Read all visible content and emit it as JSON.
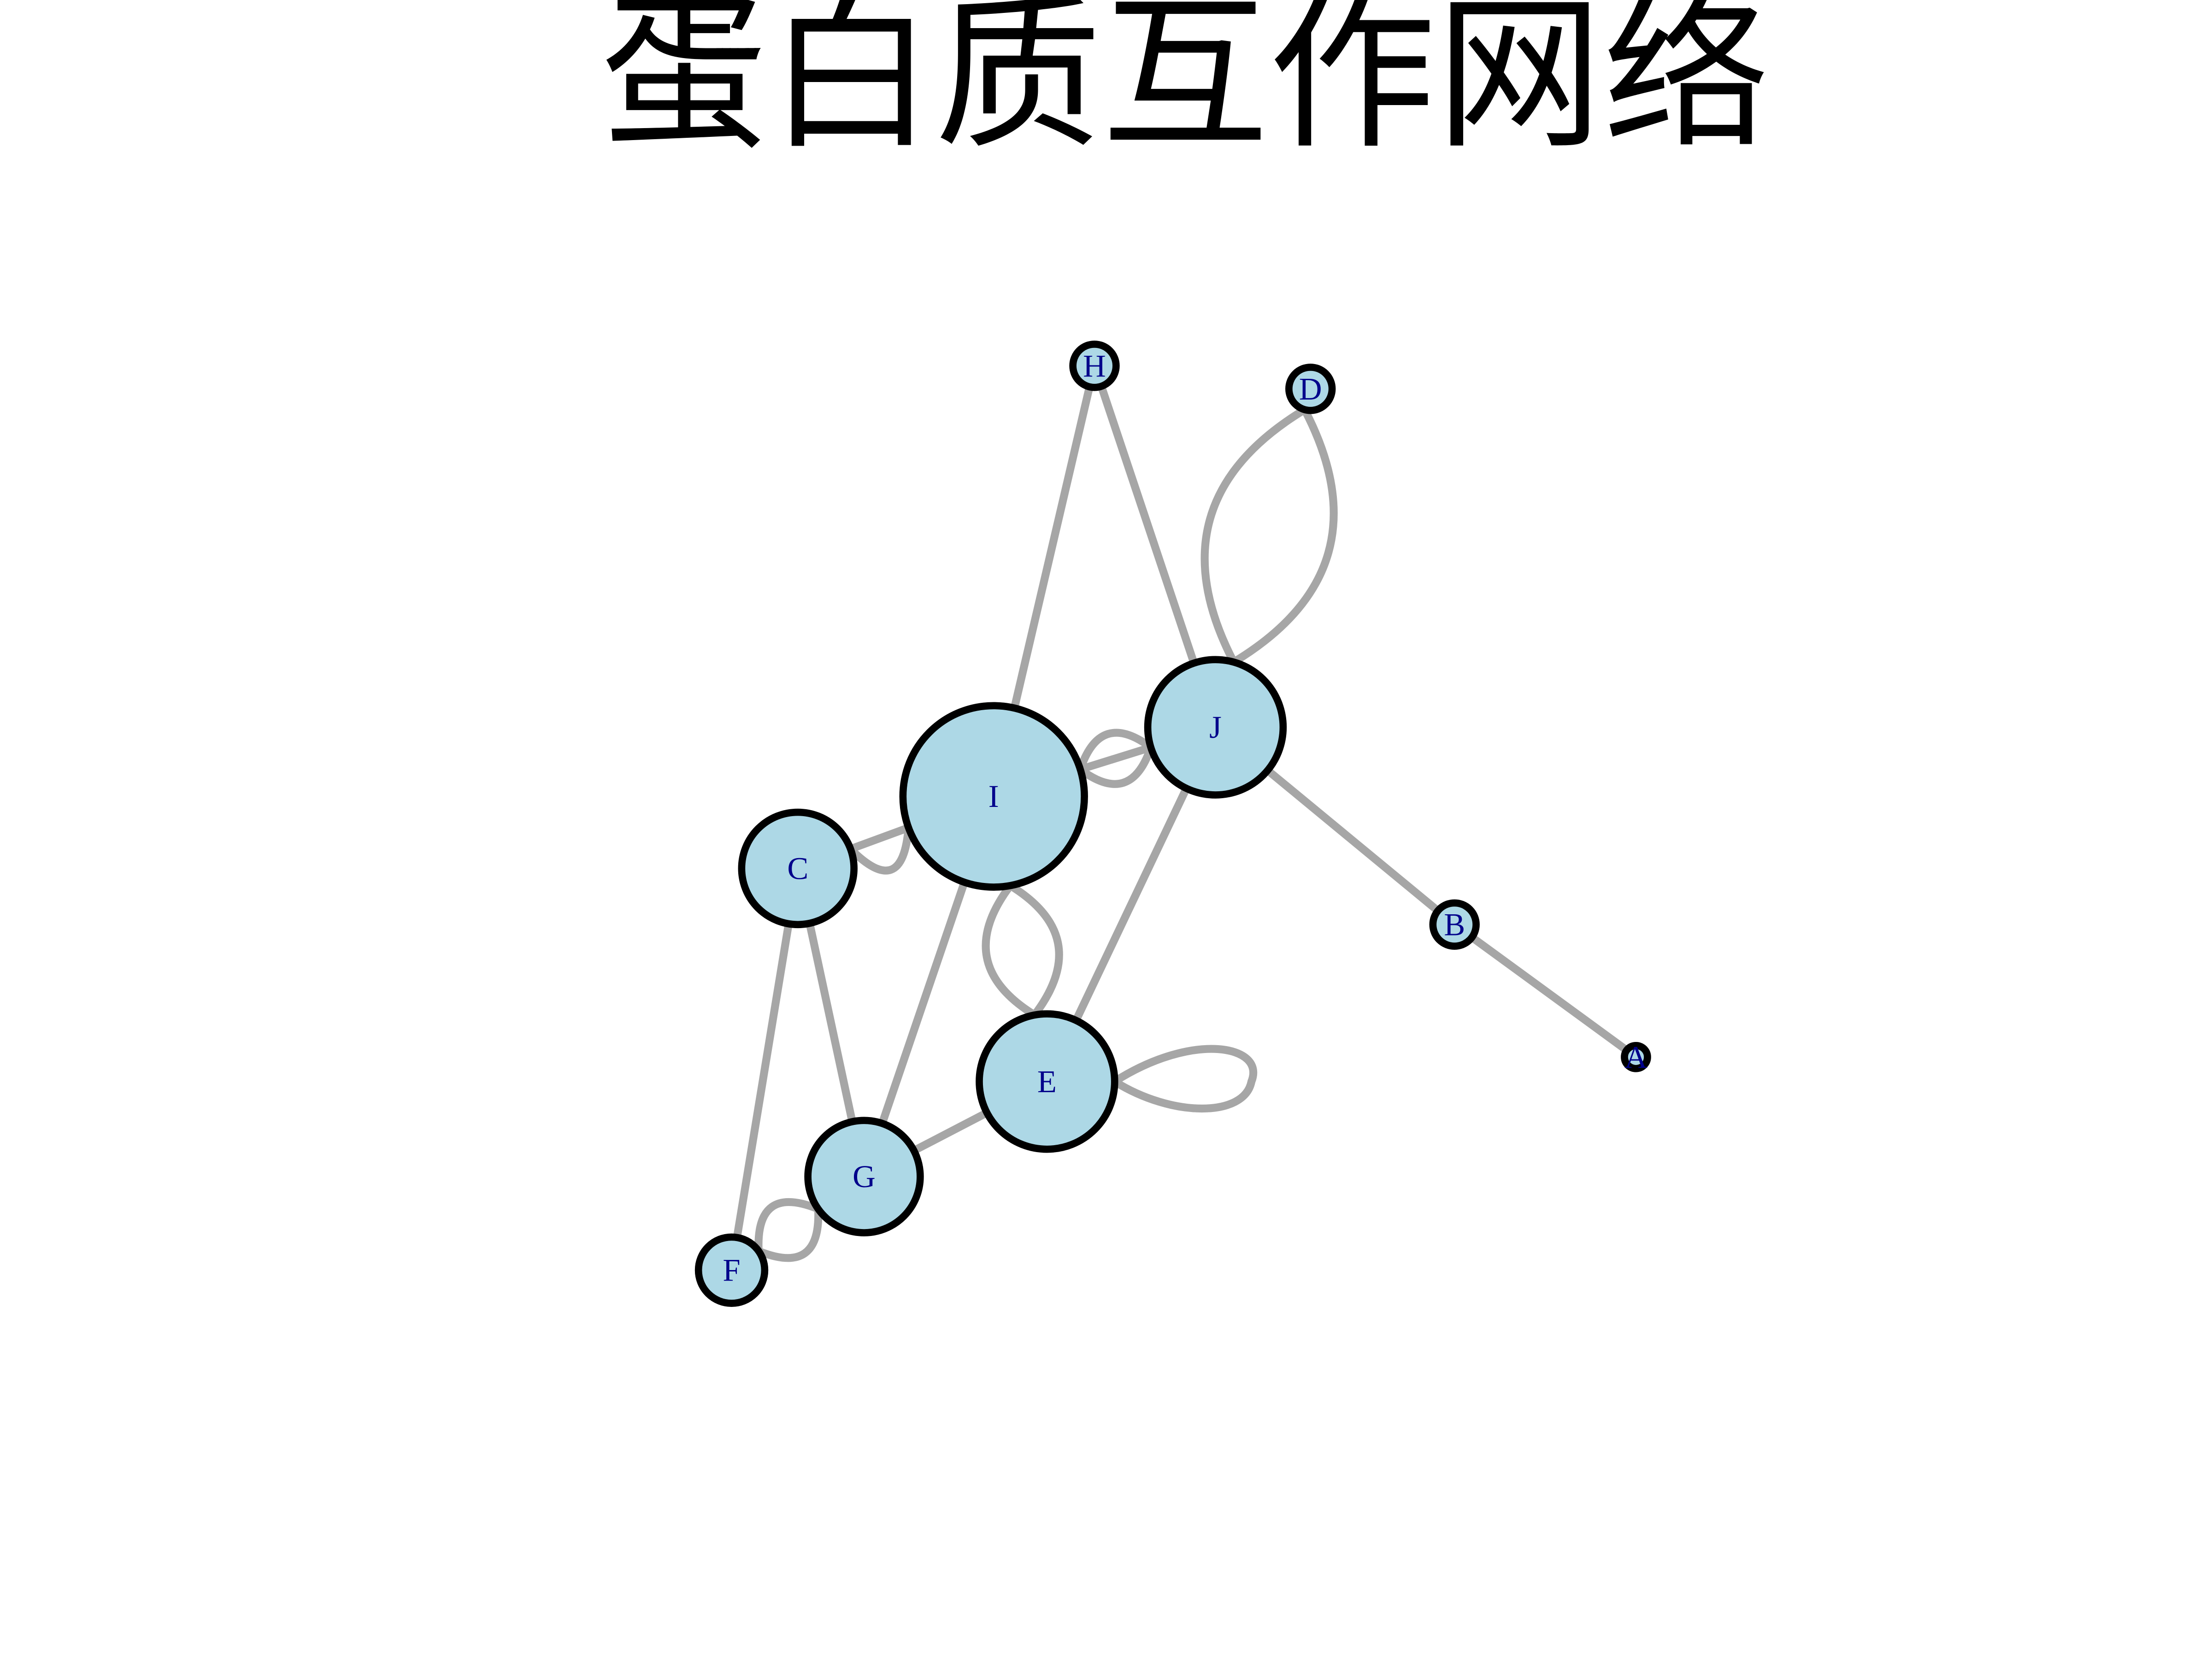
{
  "title": "蛋白质互作网络",
  "style": {
    "node_fill": "#add8e6",
    "node_stroke": "#000000",
    "edge_color": "#a6a6a6",
    "label_color": "#00008b"
  },
  "nodes": [
    {
      "id": "A",
      "label": "A"
    },
    {
      "id": "B",
      "label": "B"
    },
    {
      "id": "C",
      "label": "C"
    },
    {
      "id": "D",
      "label": "D"
    },
    {
      "id": "E",
      "label": "E"
    },
    {
      "id": "F",
      "label": "F"
    },
    {
      "id": "G",
      "label": "G"
    },
    {
      "id": "H",
      "label": "H"
    },
    {
      "id": "I",
      "label": "I"
    },
    {
      "id": "J",
      "label": "J"
    }
  ],
  "edges": [
    {
      "from": "H",
      "to": "I"
    },
    {
      "from": "H",
      "to": "J"
    },
    {
      "from": "D",
      "to": "J"
    },
    {
      "from": "D",
      "to": "J"
    },
    {
      "from": "I",
      "to": "J"
    },
    {
      "from": "I",
      "to": "J"
    },
    {
      "from": "I",
      "to": "J"
    },
    {
      "from": "J",
      "to": "B"
    },
    {
      "from": "B",
      "to": "A"
    },
    {
      "from": "J",
      "to": "E"
    },
    {
      "from": "C",
      "to": "I"
    },
    {
      "from": "C",
      "to": "I"
    },
    {
      "from": "I",
      "to": "E"
    },
    {
      "from": "I",
      "to": "E"
    },
    {
      "from": "I",
      "to": "G"
    },
    {
      "from": "C",
      "to": "G"
    },
    {
      "from": "C",
      "to": "F"
    },
    {
      "from": "G",
      "to": "E"
    },
    {
      "from": "G",
      "to": "F"
    },
    {
      "from": "G",
      "to": "F"
    },
    {
      "from": "E",
      "to": "E"
    }
  ]
}
